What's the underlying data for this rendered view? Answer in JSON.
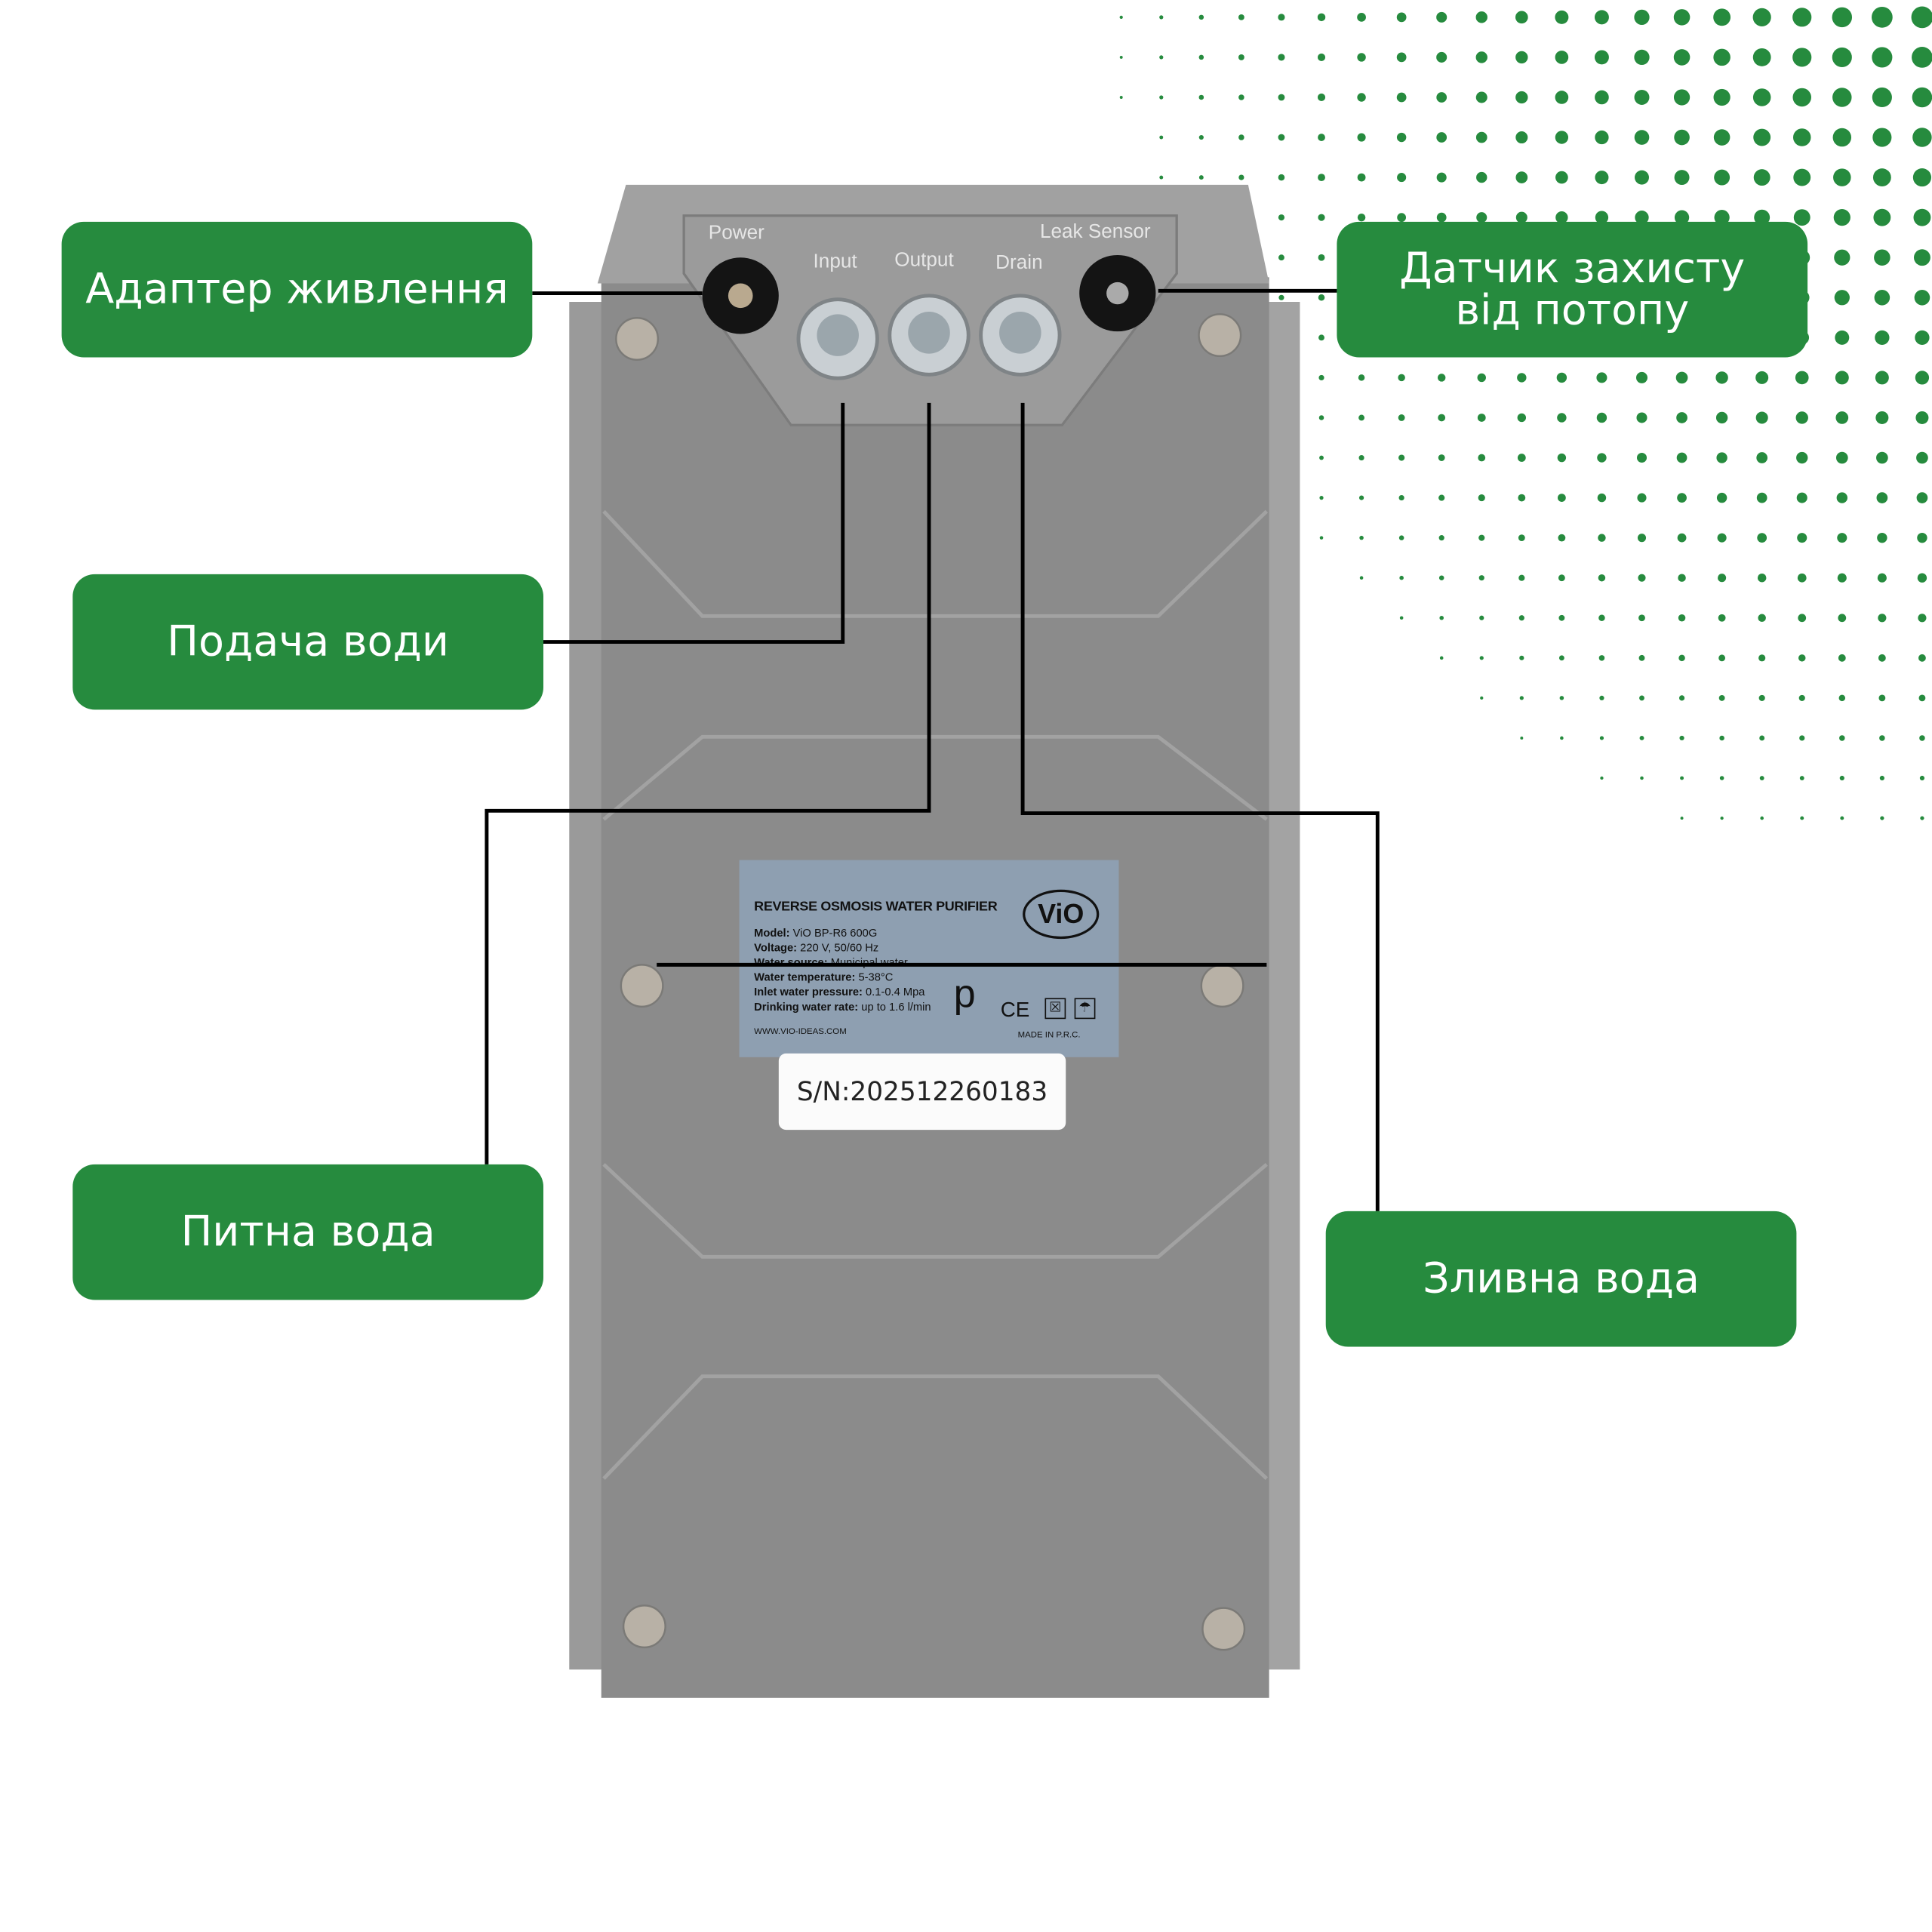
{
  "callouts": {
    "power_adapter": "Адаптер живлення",
    "leak_sensor": "Датчик захисту від потопу",
    "water_input": "Подача води",
    "drinking_water": "Питна вода",
    "drain_water": "Зливна вода"
  },
  "device": {
    "port_labels": {
      "power": "Power",
      "input": "Input",
      "output": "Output",
      "drain": "Drain",
      "leak_sensor": "Leak Sensor"
    },
    "plate": {
      "title": "REVERSE OSMOSIS WATER PURIFIER",
      "logo": "ViO",
      "specs": [
        {
          "k": "Model:",
          "v": "ViO BP-R6 600G"
        },
        {
          "k": "Voltage:",
          "v": "220 V, 50/60 Hz"
        },
        {
          "k": "Water source:",
          "v": "Municipal water"
        },
        {
          "k": "Water temperature:",
          "v": "5-38°C"
        },
        {
          "k": "Inlet water pressure:",
          "v": "0.1-0.4 Mpa"
        },
        {
          "k": "Drinking water rate:",
          "v": "up to 1.6 l/min"
        }
      ],
      "mark_p": "p",
      "mark_ce": "CE",
      "website": "WWW.VIO-IDEAS.COM",
      "made_in": "MADE IN P.R.C."
    },
    "serial": "S/N:202512260183"
  },
  "colors": {
    "accent": "#268b3e",
    "body": "#8a8a8a"
  }
}
